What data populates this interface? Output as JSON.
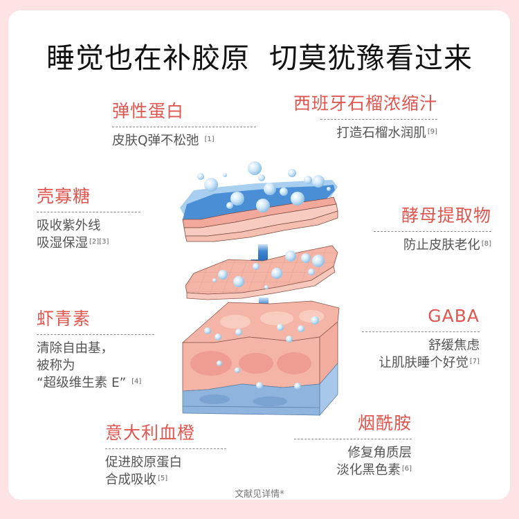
{
  "title": "睡觉也在补胶原  切莫犹豫看过来",
  "colors": {
    "background": "#fde3e4",
    "card": "#ffffff",
    "heading_red": "#e0564f",
    "body_gray": "#555555",
    "skin_pink": "#f3b7a8",
    "water_blue": "#3f86d3"
  },
  "ingredients": [
    {
      "name": "弹性蛋白",
      "lines": [
        "皮肤Q弹不松弛"
      ],
      "ref": "[1]",
      "position": "top-left"
    },
    {
      "name": "西班牙石榴浓缩汁",
      "lines": [
        "打造石榴水润肌"
      ],
      "ref": "[9]",
      "position": "top-right"
    },
    {
      "name": "壳寡糖",
      "lines": [
        "吸收紫外线",
        "吸湿保湿"
      ],
      "ref": "[2][3]",
      "position": "mid-left-1"
    },
    {
      "name": "酵母提取物",
      "lines": [
        "防止皮肤老化"
      ],
      "ref": "[8]",
      "position": "mid-right-1"
    },
    {
      "name": "虾青素",
      "lines": [
        "清除自由基，",
        "被称为",
        "“超级维生素 E”"
      ],
      "ref": "[4]",
      "position": "mid-left-2"
    },
    {
      "name": "GABA",
      "lines": [
        "舒缓焦虑",
        "让肌肤睡个好觉"
      ],
      "ref": "[7]",
      "position": "mid-right-2"
    },
    {
      "name": "意大利血橙",
      "lines": [
        "促进胶原蛋白",
        "合成吸收"
      ],
      "ref": "[5]",
      "position": "bottom-left"
    },
    {
      "name": "烟酰胺",
      "lines": [
        "修复角质层",
        "淡化黑色素"
      ],
      "ref": "[6]",
      "position": "bottom-right"
    }
  ],
  "illustration": {
    "icons": [
      "water-layer",
      "skin-sheet",
      "down-arrow",
      "skin-sheet-grid",
      "down-arrow",
      "skin-block"
    ]
  },
  "footnote": "文献见详情*"
}
